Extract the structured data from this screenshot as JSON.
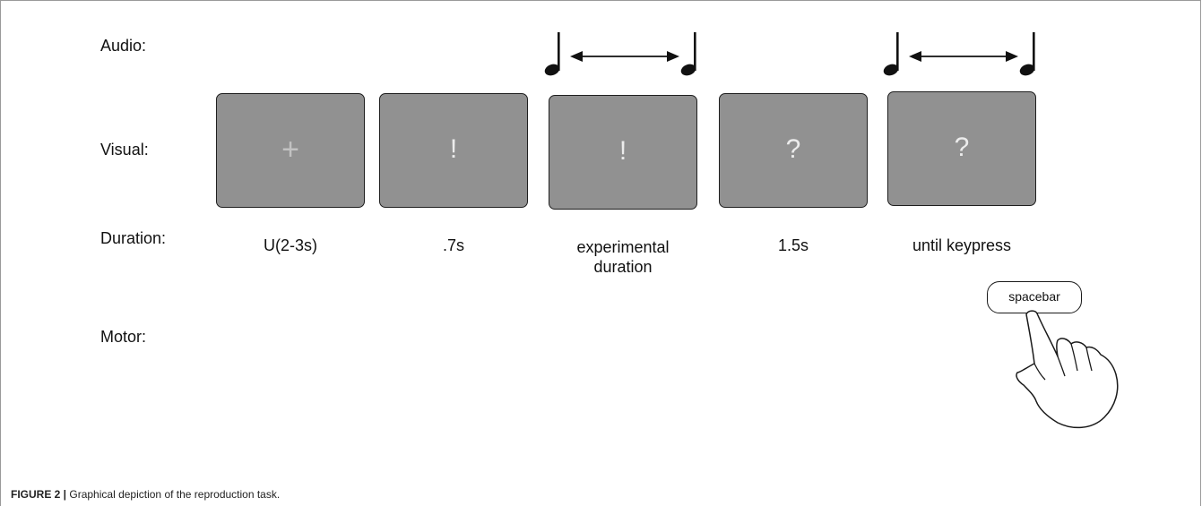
{
  "rows": {
    "audio": "Audio:",
    "visual": "Visual:",
    "duration": "Duration:",
    "motor": "Motor:"
  },
  "panels": [
    {
      "symbol": "+",
      "duration": "U(2-3s)"
    },
    {
      "symbol": "!",
      "duration": ".7s"
    },
    {
      "symbol": "!",
      "duration_line1": "experimental",
      "duration_line2": "duration"
    },
    {
      "symbol": "?",
      "duration": "1.5s"
    },
    {
      "symbol": "?",
      "duration": "until keypress"
    }
  ],
  "motor": {
    "key_label": "spacebar",
    "icon": "pointing-hand-icon"
  },
  "audio_icon": "music-note-icon",
  "caption": {
    "lead": "FIGURE 2 |",
    "text": " Graphical depiction of the reproduction task."
  },
  "colors": {
    "panel_fill": "#919191",
    "panel_border": "#1e1e1e",
    "symbol": "#ececec"
  }
}
